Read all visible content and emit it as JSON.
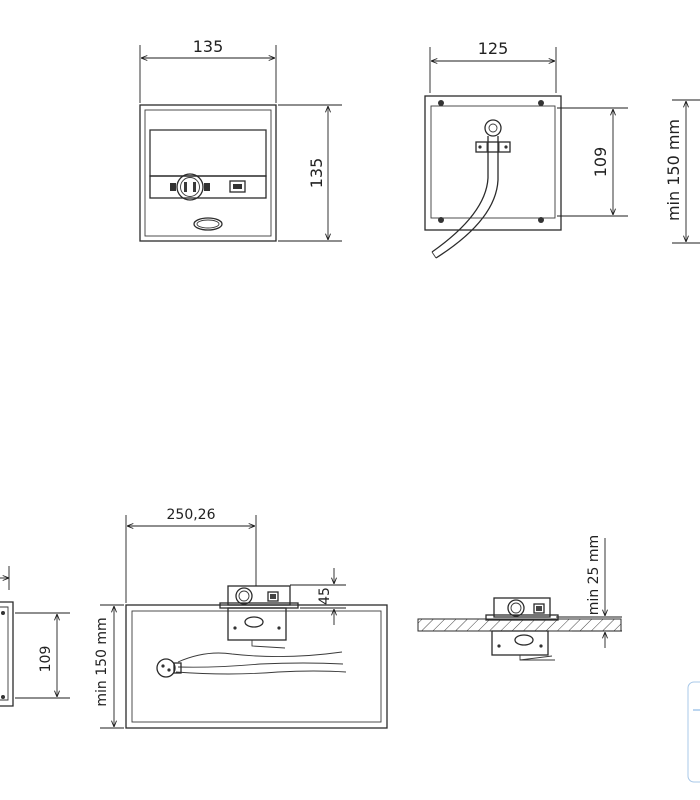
{
  "drawing": {
    "front_view": {
      "width_label": "135",
      "height_label": "135"
    },
    "back_view": {
      "width_label": "125",
      "height_label": "109",
      "depth_label": "min 150 mm"
    },
    "left_partial": {
      "height_label": "109"
    },
    "install_view": {
      "offset_label": "250,26",
      "protrusion_label": "45",
      "depth_label": "min 150 mm"
    },
    "worktop_view": {
      "thickness_label": "min 25 mm"
    }
  }
}
